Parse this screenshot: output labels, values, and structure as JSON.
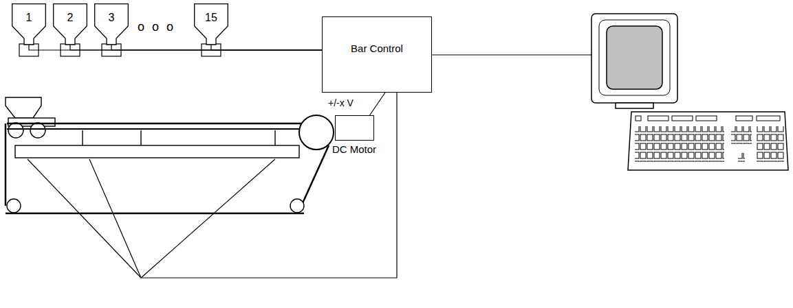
{
  "diagram": {
    "nodes": [
      {
        "text": [
          "1"
        ]
      },
      {
        "text": [
          "2"
        ]
      },
      {
        "text": [
          "3"
        ]
      },
      {
        "text": [
          "15"
        ]
      },
      {
        "text": [
          "Bar Control"
        ]
      },
      {
        "text": [
          "DC Motor"
        ]
      }
    ],
    "edges": [
      {
        "from": 0,
        "to": 4,
        "arrow": "none"
      },
      {
        "from": 1,
        "to": 4,
        "arrow": "none"
      },
      {
        "from": 2,
        "to": 4,
        "arrow": "none"
      },
      {
        "from": 3,
        "to": 4,
        "arrow": "none"
      },
      {
        "from": 4,
        "to": 5,
        "arrow": "none"
      }
    ],
    "labels": [
      "o o o",
      "+/-x V"
    ]
  }
}
